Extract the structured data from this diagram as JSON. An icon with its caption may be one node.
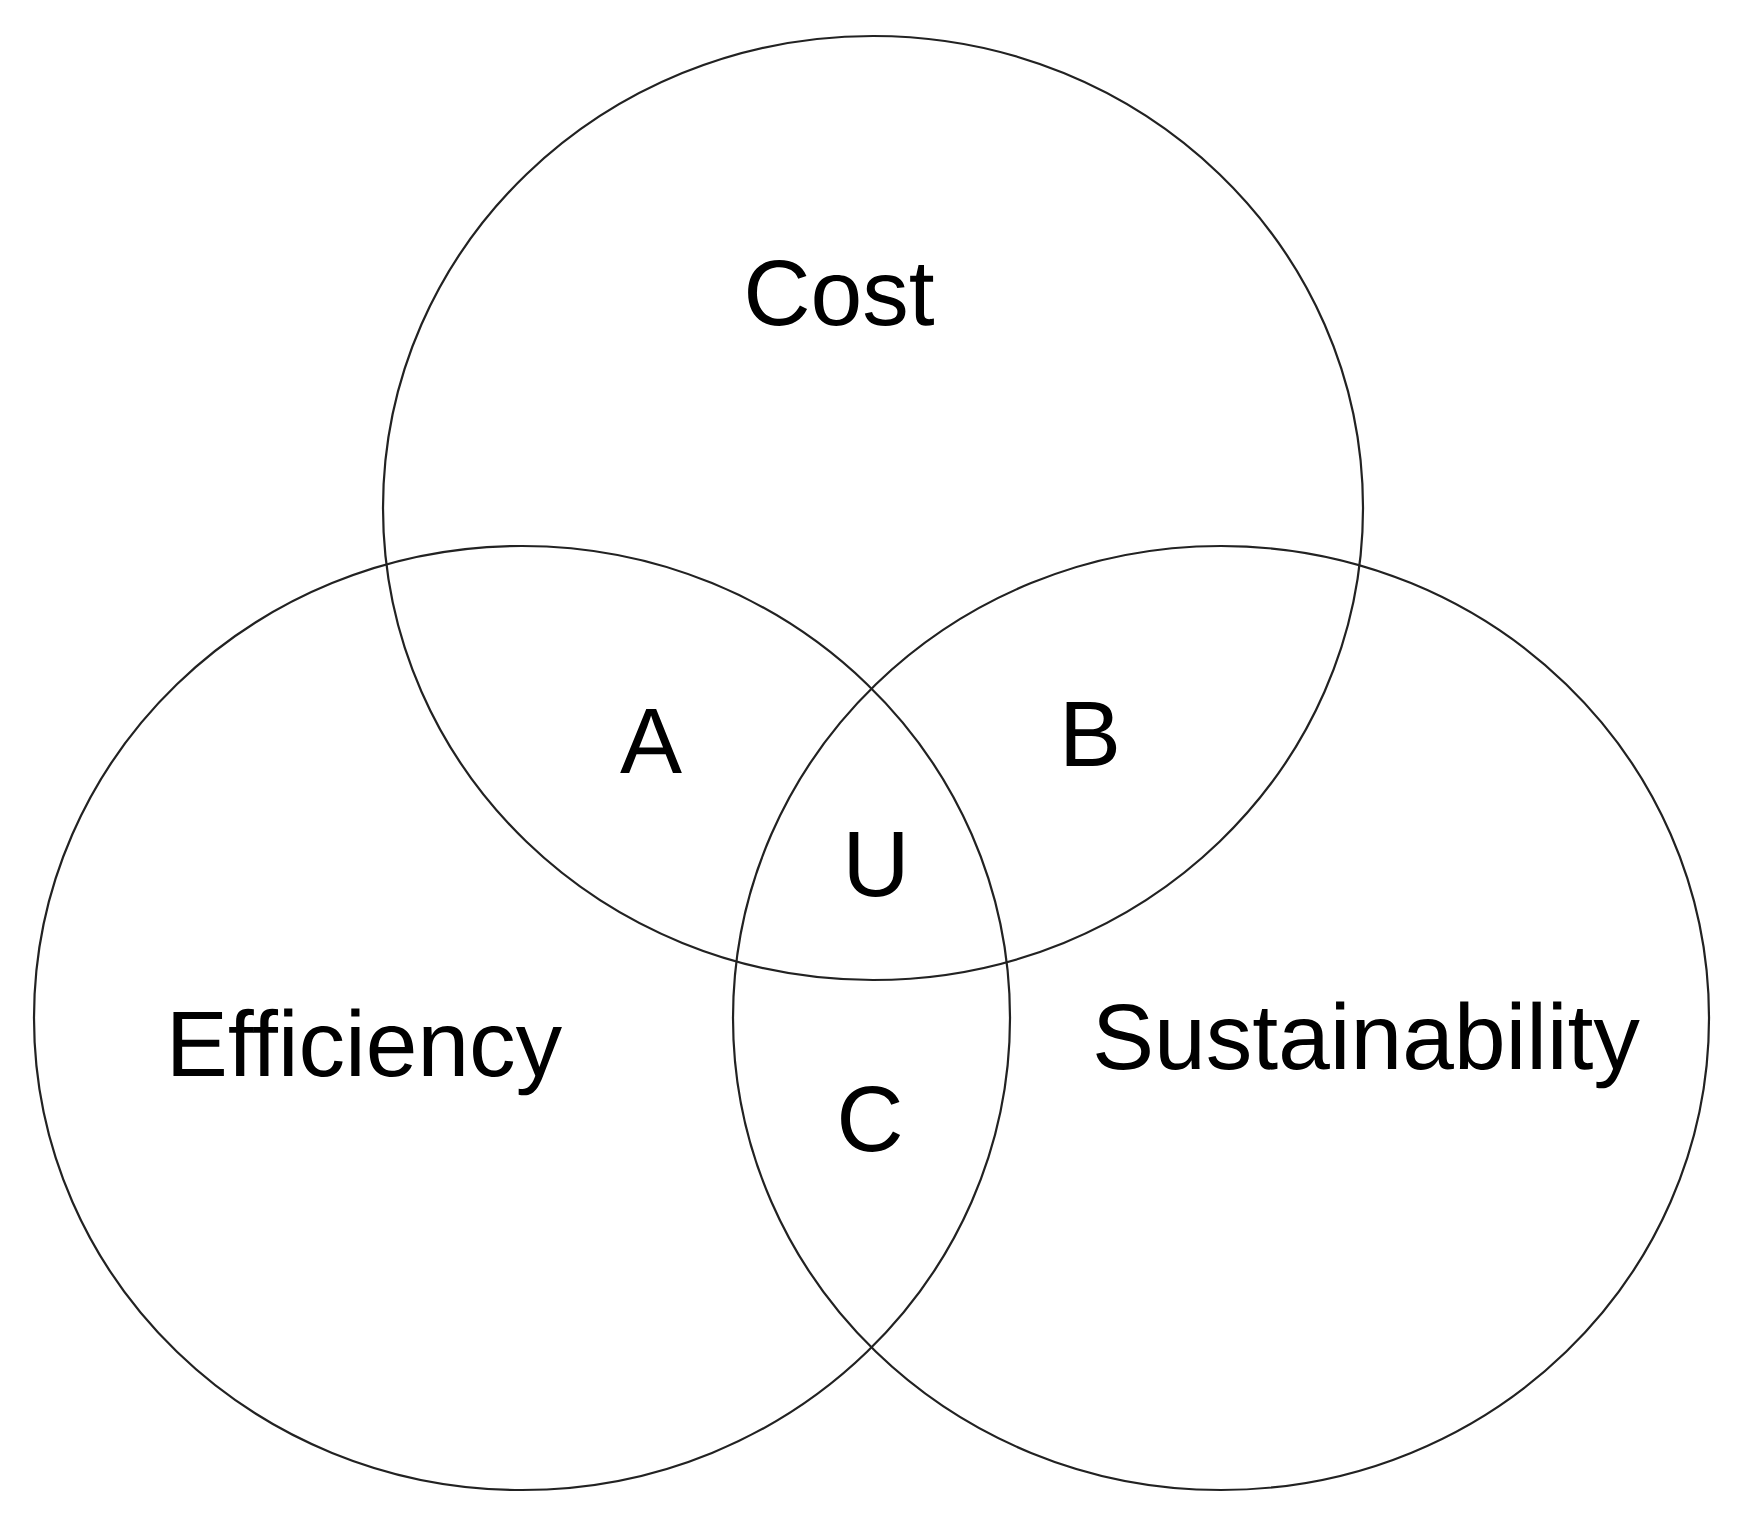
{
  "diagram": {
    "nodes": [
      {
        "text": [
          "Cost"
        ]
      },
      {
        "text": [
          "Efficiency"
        ]
      },
      {
        "text": [
          "Sustainability"
        ]
      }
    ],
    "labels": [
      "A",
      "B",
      "U",
      "C"
    ]
  }
}
